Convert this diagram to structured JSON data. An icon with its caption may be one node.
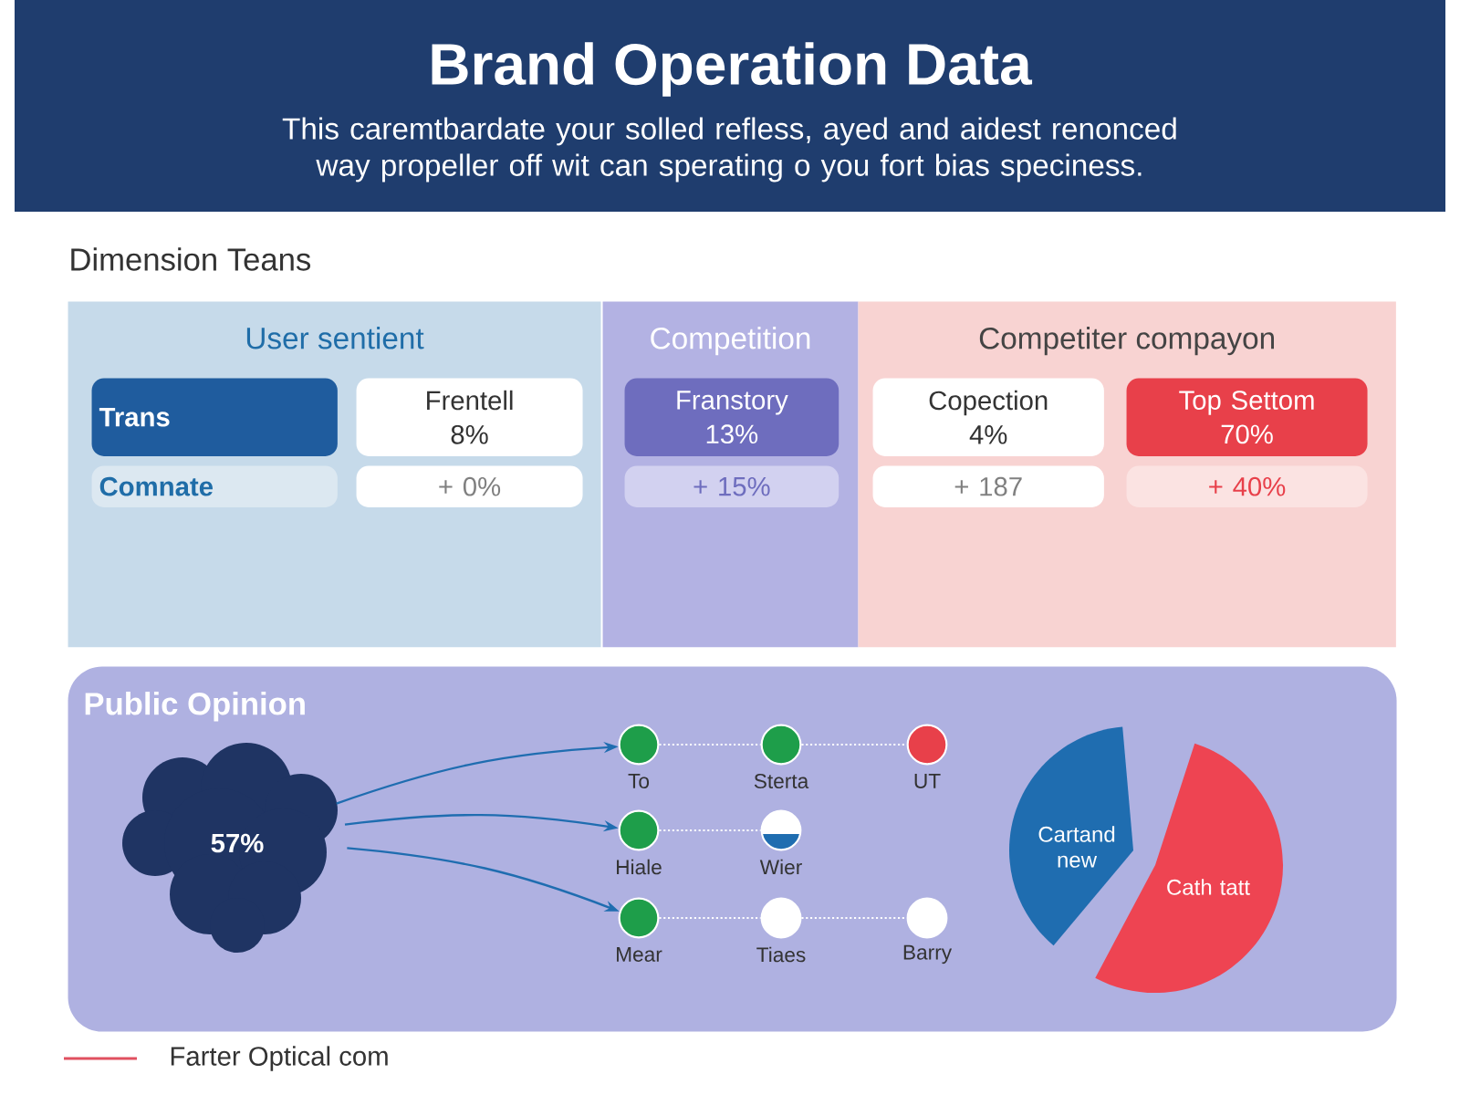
{
  "diagram": {
    "title": "Brand Operation Data",
    "nodes": [
      {
        "text": [
          "User sentient"
        ]
      },
      {
        "text": [
          "Trans"
        ],
        "in": 0
      },
      {
        "text": [
          "Frentell",
          "8%"
        ],
        "in": 0
      },
      {
        "text": [
          "Comnate"
        ],
        "in": 0
      },
      {
        "text": [
          "+ 0%"
        ],
        "in": 0
      },
      {
        "text": [
          "Competition"
        ]
      },
      {
        "text": [
          "Franstory",
          "13%"
        ],
        "in": 5
      },
      {
        "text": [
          "+ 15%"
        ],
        "in": 5
      },
      {
        "text": [
          "Competiter compayon"
        ]
      },
      {
        "text": [
          "Copection",
          "4%"
        ],
        "in": 8
      },
      {
        "text": [
          "Top Settom",
          "70%"
        ],
        "in": 8
      },
      {
        "text": [
          "+ 187"
        ],
        "in": 8
      },
      {
        "text": [
          "+ 40%"
        ],
        "in": 8
      },
      {
        "text": [
          "Public Opinion"
        ]
      },
      {
        "text": [
          "57%"
        ],
        "in": 13
      },
      {
        "text": [],
        "shape": "circle",
        "beside": [
          "To"
        ],
        "in": 13
      },
      {
        "text": [],
        "shape": "circle",
        "beside": [
          "Sterta"
        ],
        "in": 13
      },
      {
        "text": [],
        "shape": "circle",
        "beside": [
          "UT"
        ],
        "in": 13
      },
      {
        "text": [],
        "shape": "circle",
        "beside": [
          "Hiale"
        ],
        "in": 13
      },
      {
        "text": [],
        "shape": "circle",
        "beside": [
          "Wier"
        ],
        "in": 13
      },
      {
        "text": [],
        "shape": "circle",
        "beside": [
          "Mear"
        ],
        "in": 13
      },
      {
        "text": [],
        "shape": "circle",
        "beside": [
          "Tiaes"
        ],
        "in": 13
      },
      {
        "text": [],
        "shape": "circle",
        "beside": [
          "Barry"
        ],
        "in": 13
      },
      {
        "text": [
          "Cartand new"
        ],
        "in": 13
      },
      {
        "text": [
          "Cath tatt"
        ],
        "in": 13
      }
    ],
    "edges": [
      {
        "from": 14,
        "to": 15,
        "arrow": "to",
        "color": "#1f6db0"
      },
      {
        "from": 14,
        "to": 18,
        "arrow": "to",
        "color": "#1f6db0"
      },
      {
        "from": 14,
        "to": 20,
        "arrow": "to",
        "color": "#1f6db0"
      },
      {
        "from": 15,
        "to": 16,
        "arrow": "none",
        "style": "dashed"
      },
      {
        "from": 16,
        "to": 17,
        "arrow": "none",
        "style": "dashed"
      },
      {
        "from": 18,
        "to": 19,
        "arrow": "none",
        "style": "dashed"
      },
      {
        "from": 20,
        "to": 21,
        "arrow": "none",
        "style": "dashed"
      },
      {
        "from": 21,
        "to": 22,
        "arrow": "none",
        "style": "dashed"
      }
    ],
    "labels": [
      "This caremtbardate your solled refless, ayed and aidest renonced way propeller off wit can sperating o you fort bias speciness.",
      "Dimension Teans"
    ],
    "legend": [
      {
        "text": "Farter Optical com"
      }
    ]
  }
}
